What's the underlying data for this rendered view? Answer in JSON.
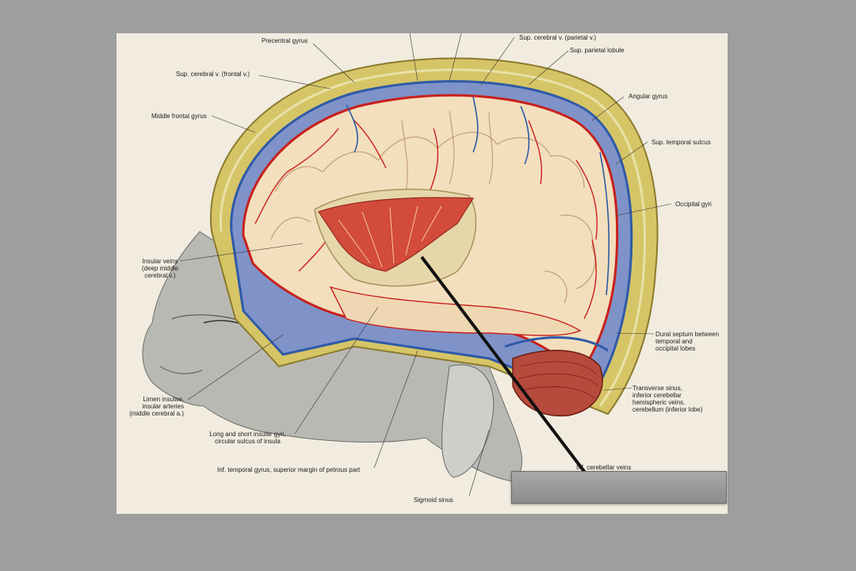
{
  "labels": {
    "precentral_gyrus": "Precentral gyrus",
    "sup_cerebral_parietal": "Sup. cerebral v. (parietal v.)",
    "sup_parietal_lobule": "Sup. parietal lobule",
    "sup_cerebral_frontal": "Sup. cerebral v. (frontal v.)",
    "angular_gyrus": "Angular gyrus",
    "middle_frontal_gyrus": "Middle frontal gyrus",
    "sup_temporal_sulcus": "Sup. temporal sulcus",
    "occipital_gyri": "Occipital gyri",
    "insular_veins": "Insular veins\n(deep  middle\ncerebral v.)",
    "dural_septum": "Dural septum between\ntemporal and\noccipital lobes",
    "transverse_sinus": "Transverse sinus,\ninferior cerebellar\nhemispheric veins,\ncerebellum (inferior lobe)",
    "limen_insulae": "Limen insulae,\ninsular arteries\n(middle cerebral a.)",
    "long_short_insular": "Long and short insular gyri,\ncircular sulcus of insula",
    "inf_temporal_gyrus": "Inf. temporal gyrus, superior margin of  petrous part",
    "inf_cerebellar_veins": "Inf. cerebellar veins",
    "sigmoid_sinus": "Sigmoid sinus"
  },
  "colors": {
    "background": "#9e9e9e",
    "plate": "#f1ecdf",
    "artery": "#c8201c",
    "vein": "#2f5aa8",
    "brain": "#f3dfbd",
    "skull": "#d6c567"
  }
}
